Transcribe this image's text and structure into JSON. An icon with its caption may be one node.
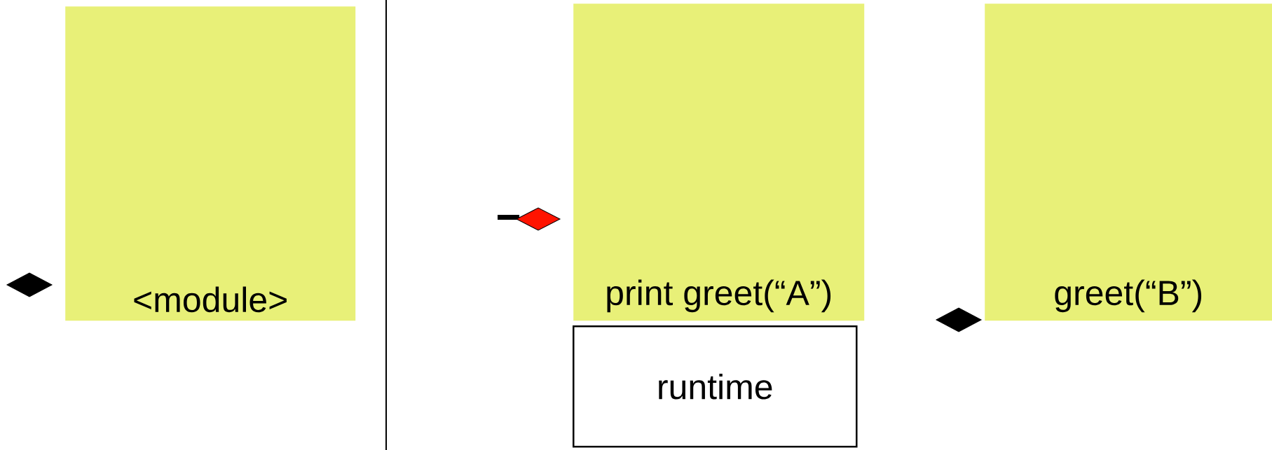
{
  "diagram": {
    "nodes": [
      {
        "text": [
          "<module>"
        ]
      },
      {
        "text": [
          "print greet(“A”)"
        ]
      },
      {
        "text": [
          "runtime"
        ]
      },
      {
        "text": [
          "greet(“B”)"
        ]
      }
    ]
  }
}
